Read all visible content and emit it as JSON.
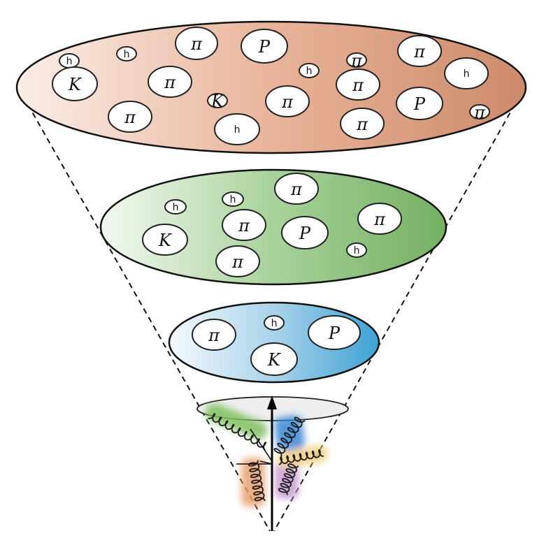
{
  "labels": {
    "pion": "π",
    "kaon": "K",
    "proton": "P",
    "hadron": "h"
  },
  "layers": [
    {
      "name": "top",
      "color_left": "#f8e3da",
      "color_right": "#cf8c6c",
      "particles": [
        "π",
        "P",
        "π",
        "h",
        "h",
        "K",
        "π",
        "h",
        "π",
        "π",
        "h",
        "K",
        "π",
        "P",
        "π",
        "h",
        "π",
        "π",
        "h"
      ]
    },
    {
      "name": "middle",
      "color_left": "#eef6ec",
      "color_right": "#78b567",
      "particles": [
        "π",
        "h",
        "h",
        "K",
        "π",
        "P",
        "π",
        "π",
        "h"
      ]
    },
    {
      "name": "bottom",
      "color_left": "#eef6fb",
      "color_right": "#45a6d6",
      "particles": [
        "π",
        "h",
        "P",
        "K"
      ]
    }
  ],
  "colors": {
    "cone_line": "#111111",
    "gluon_green": "#7fbf5e",
    "gluon_blue": "#3a86d6",
    "gluon_orange": "#e8a070",
    "gluon_purple": "#c79ad2",
    "gluon_yellow": "#f0cf78"
  }
}
